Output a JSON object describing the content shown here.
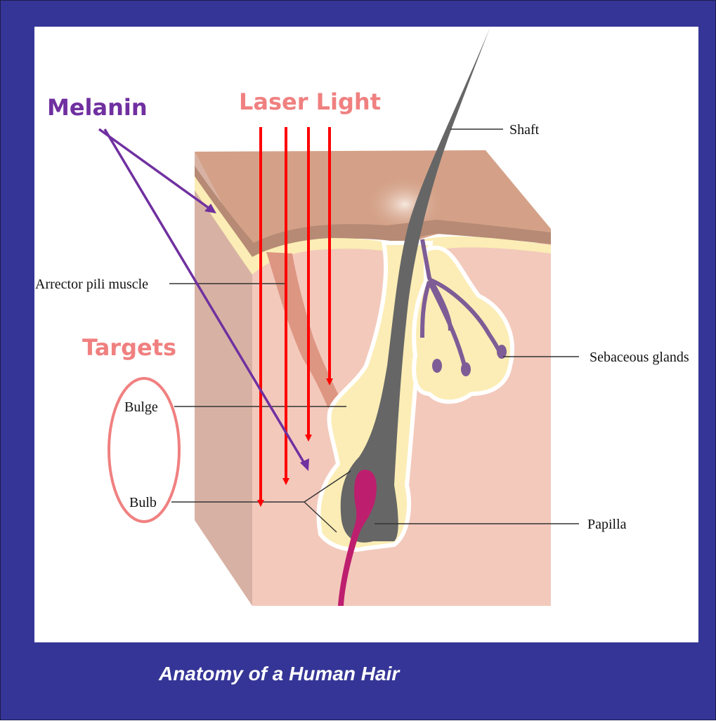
{
  "diagram": {
    "annotations": {
      "melanin": "Melanin",
      "laser_light": "Laser Light",
      "targets": "Targets"
    },
    "labels": {
      "shaft": "Shaft",
      "arrector_pili_muscle": "Arrector pili muscle",
      "sebaceous_glands": "Sebaceous glands",
      "bulge": "Bulge",
      "bulb": "Bulb",
      "papilla": "Papilla"
    },
    "caption": "Anatomy of a Human Hair",
    "colors": {
      "frame": "#353597",
      "laser": "#ff0000",
      "melanin": "#7030a0",
      "targets": "#f08080",
      "hair": "#666666",
      "papilla": "#be1e6e"
    }
  }
}
